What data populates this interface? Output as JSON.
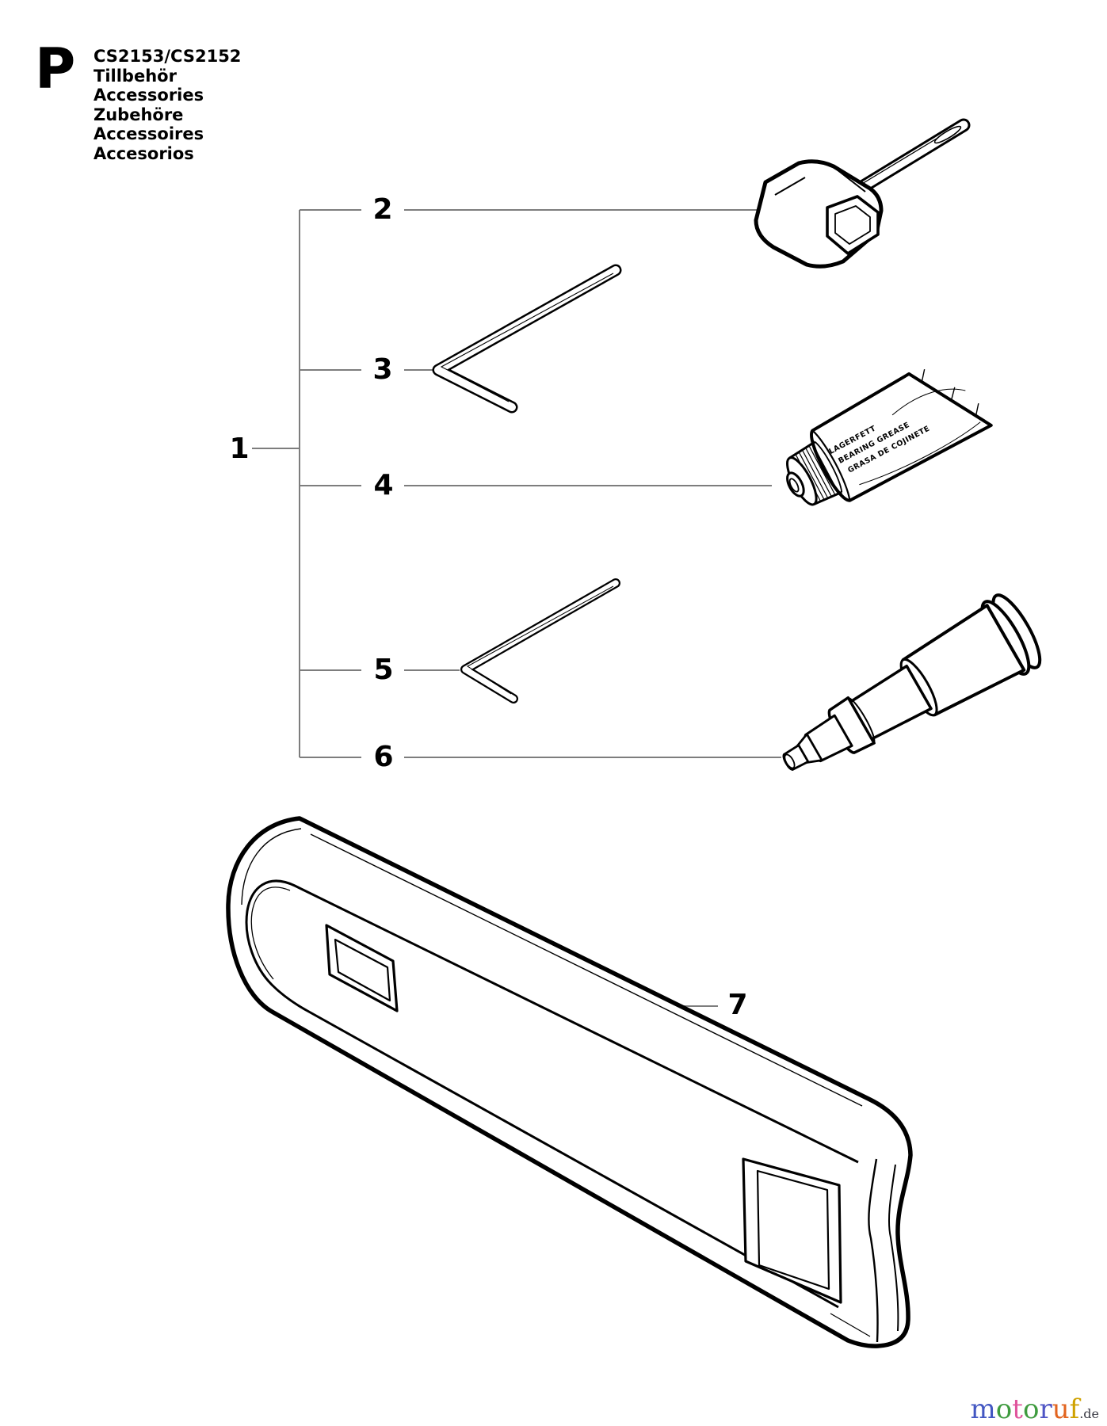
{
  "header": {
    "section_letter": "P",
    "model": "CS2153/CS2152",
    "titles": [
      "Tillbehör",
      "Accessories",
      "Zubehöre",
      "Accessoires",
      "Accesorios"
    ]
  },
  "callouts": [
    {
      "label": "1"
    },
    {
      "label": "2"
    },
    {
      "label": "3"
    },
    {
      "label": "4"
    },
    {
      "label": "5"
    },
    {
      "label": "6"
    },
    {
      "label": "7"
    }
  ],
  "grease_tube": {
    "lines": [
      "LAGERFETT",
      "BEARING GREASE",
      "GRASA DE COJINETE"
    ]
  },
  "colors": {
    "line_art": "#000000",
    "leader_gray": "#7d7d7d"
  },
  "watermark": {
    "letters": [
      {
        "ch": "m",
        "style": "color:#4357c2"
      },
      {
        "ch": "o",
        "style": "color:#3f9b3f"
      },
      {
        "ch": "t",
        "style": "color:#e0559c"
      },
      {
        "ch": "o",
        "style": "color:#3f9b3f"
      },
      {
        "ch": "r",
        "style": "color:#4f55c5"
      },
      {
        "ch": "u",
        "style": "color:#e2641f"
      },
      {
        "ch": "f",
        "style": "color:#cfa200"
      }
    ],
    "suffix": ".de",
    "suffix_style": "color:#3a3a44"
  }
}
